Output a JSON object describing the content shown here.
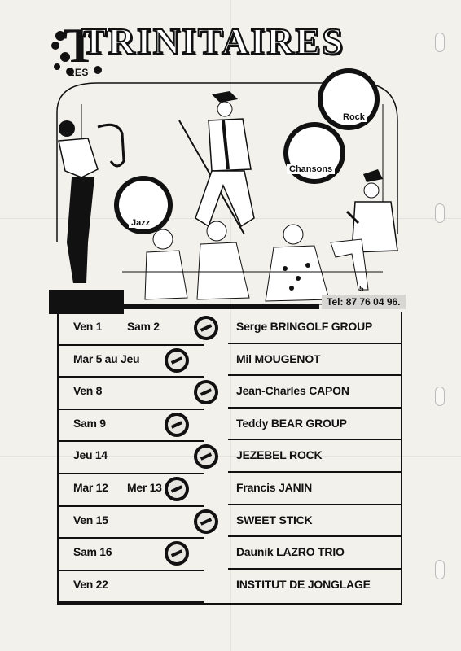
{
  "header": {
    "logo_letter": "T",
    "les": "LES",
    "title": "TRINITAIRES"
  },
  "illustration": {
    "badges": {
      "rock": "Rock",
      "chansons": "Chansons",
      "jazz": "Jazz"
    },
    "phone": "Tel: 87 76 04 96.",
    "phone_mark": "5"
  },
  "program": [
    {
      "dates": [
        "Ven 1",
        "Sam 2"
      ],
      "act": "Serge BRINGOLF GROUP",
      "badge": true
    },
    {
      "dates": [
        "Mar 5 au Jeu"
      ],
      "act": "Mil MOUGENOT",
      "badge": true
    },
    {
      "dates": [
        "Ven 8"
      ],
      "act": "Jean-Charles CAPON",
      "badge": true
    },
    {
      "dates": [
        "Sam 9"
      ],
      "act": "Teddy BEAR GROUP",
      "badge": true
    },
    {
      "dates": [
        "Jeu 14"
      ],
      "act": "JEZEBEL ROCK",
      "badge": true
    },
    {
      "dates": [
        "Mar 12",
        "Mer 13"
      ],
      "act": "Francis JANIN",
      "badge": true
    },
    {
      "dates": [
        "Ven 15"
      ],
      "act": "SWEET STICK",
      "badge": true
    },
    {
      "dates": [
        "Sam 16"
      ],
      "act": "Daunik LAZRO TRIO",
      "badge": true
    },
    {
      "dates": [
        "Ven 22"
      ],
      "act": "INSTITUT DE JONGLAGE",
      "badge": false
    }
  ],
  "colors": {
    "ink": "#111111",
    "paper": "#f3f1ec"
  }
}
